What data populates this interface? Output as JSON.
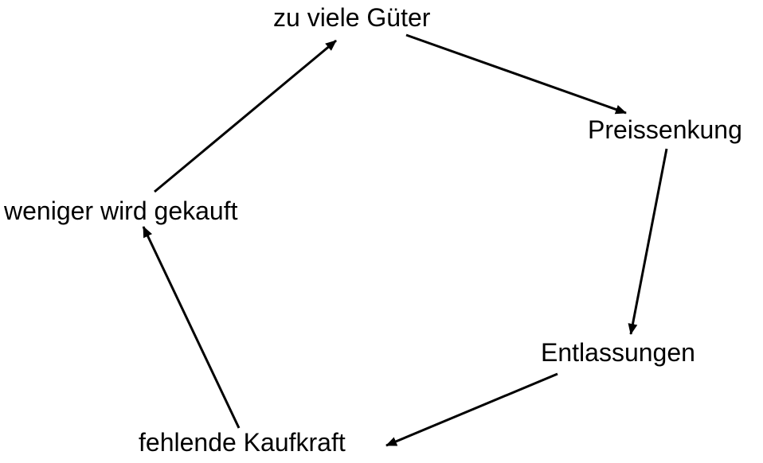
{
  "diagram": {
    "nodes": [
      {
        "id": "zu_viele_gueter",
        "label": "zu viele Güter"
      },
      {
        "id": "preissenkung",
        "label": "Preissenkung"
      },
      {
        "id": "entlassungen",
        "label": "Entlassungen"
      },
      {
        "id": "fehlende_kaufkraft",
        "label": "fehlende Kaufkraft"
      },
      {
        "id": "weniger_wird_gekauft",
        "label": "weniger wird gekauft"
      }
    ],
    "edges": [
      {
        "from": "zu_viele_gueter",
        "to": "preissenkung"
      },
      {
        "from": "preissenkung",
        "to": "entlassungen"
      },
      {
        "from": "entlassungen",
        "to": "fehlende_kaufkraft"
      },
      {
        "from": "fehlende_kaufkraft",
        "to": "weniger_wird_gekauft"
      },
      {
        "from": "weniger_wird_gekauft",
        "to": "zu_viele_gueter"
      }
    ],
    "colors": {
      "text": "#000000",
      "arrow": "#000000",
      "background": "#ffffff"
    }
  }
}
